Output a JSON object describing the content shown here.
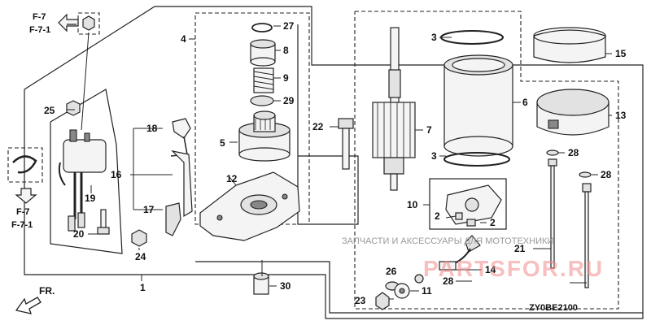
{
  "callouts": {
    "p1": "1",
    "p2a": "2",
    "p2b": "2",
    "p3a": "3",
    "p3b": "3",
    "p4": "4",
    "p5": "5",
    "p6": "6",
    "p7": "7",
    "p8": "8",
    "p9": "9",
    "p10": "10",
    "p11": "11",
    "p12": "12",
    "p13": "13",
    "p14": "14",
    "p15": "15",
    "p16": "16",
    "p17": "17",
    "p18": "18",
    "p19": "19",
    "p20": "20",
    "p21": "21",
    "p22": "22",
    "p23": "23",
    "p24": "24",
    "p25": "25",
    "p26": "26",
    "p27": "27",
    "p28a": "28",
    "p28b": "28",
    "p28c": "28",
    "p29": "29",
    "p30": "30"
  },
  "refs": {
    "top_line1": "F-7",
    "top_line2": "F-7-1",
    "bottom_line1": "F-7",
    "bottom_line2": "F-7-1"
  },
  "front_label": "FR.",
  "diagram_code": "ZY0BE2100",
  "watermark": {
    "text": "ЗАПЧАСТИ И АКСЕССУАРЫ ДЛЯ МОТОТЕХНИКИ",
    "brand": "PARTSFOR.RU"
  }
}
